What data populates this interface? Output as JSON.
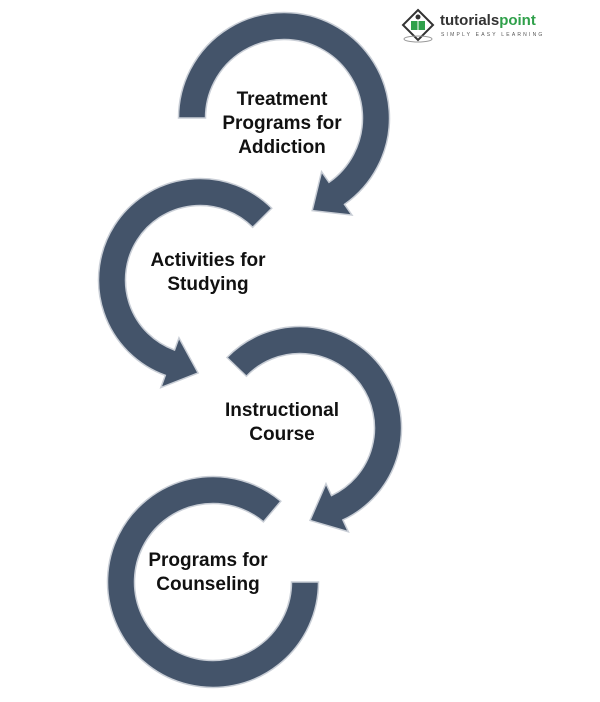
{
  "logo": {
    "name_part1": "tutorials",
    "name_part2": "point",
    "tagline": "SIMPLY EASY LEARNING"
  },
  "steps": [
    {
      "lines": [
        "Treatment",
        "Programs for",
        "Addiction"
      ]
    },
    {
      "lines": [
        "Activities for",
        "Studying"
      ]
    },
    {
      "lines": [
        "Instructional",
        "Course"
      ]
    },
    {
      "lines": [
        "Programs for",
        "Counseling"
      ]
    }
  ],
  "colors": {
    "arrow": "#44546A",
    "arrow_edge": "#C9CED6",
    "text": "#111111",
    "brand_green": "#2FA04A"
  }
}
